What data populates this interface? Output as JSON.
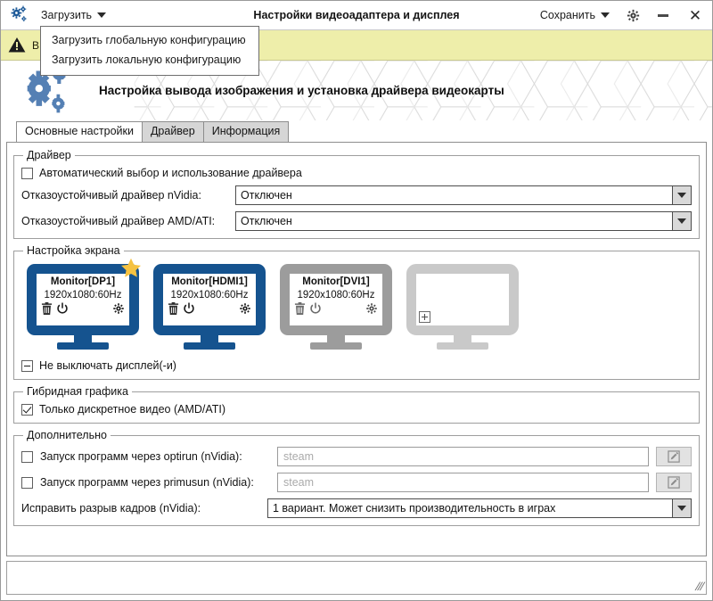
{
  "window": {
    "title": "Настройки видеоадаптера и дисплея",
    "app_icon": "gears-icon",
    "load_menu_label": "Загрузить",
    "save_menu_label": "Сохранить",
    "settings_icon": "gear-icon",
    "minimize_icon": "minimize-icon",
    "close_icon": "close-icon"
  },
  "dropdown": {
    "open": true,
    "items": [
      {
        "label": "Загрузить глобальную конфигурацию"
      },
      {
        "label": "Загрузить локальную конфигурацию"
      }
    ]
  },
  "warning": {
    "icon": "warning-triangle-icon",
    "text": "В",
    "background": "#eeeeaa"
  },
  "banner": {
    "icon": "gears-icon",
    "title": "Настройка вывода изображения и установка драйвера видеокарты",
    "pattern": "hexagon-pattern"
  },
  "tabs": [
    {
      "label": "Основные настройки",
      "active": true
    },
    {
      "label": "Драйвер",
      "active": false
    },
    {
      "label": "Информация",
      "active": false
    }
  ],
  "driver_group": {
    "legend": "Драйвер",
    "auto_checkbox": {
      "label": "Автоматический выбор и использование драйвера",
      "checked": false
    },
    "nvidia": {
      "label": "Отказоустойчивый драйвер nVidia:",
      "value": "Отключен"
    },
    "amd": {
      "label": "Отказоустойчивый драйвер AMD/ATI:",
      "value": "Отключен"
    }
  },
  "screen_group": {
    "legend": "Настройка экрана",
    "monitors": [
      {
        "name": "Monitor[DP1]",
        "mode": "1920x1080:60Hz",
        "primary": true,
        "enabled": true,
        "icons": [
          "trash-icon",
          "power-icon",
          "gear-icon"
        ],
        "color": "#15538f"
      },
      {
        "name": "Monitor[HDMI1]",
        "mode": "1920x1080:60Hz",
        "primary": false,
        "enabled": true,
        "icons": [
          "trash-icon",
          "power-icon",
          "gear-icon"
        ],
        "color": "#15538f"
      },
      {
        "name": "Monitor[DVI1]",
        "mode": "1920x1080:60Hz",
        "primary": false,
        "enabled": false,
        "icons": [
          "trash-icon",
          "power-icon",
          "gear-icon"
        ],
        "color": "#9c9c9c"
      }
    ],
    "add_monitor": {
      "icon": "plus-icon",
      "color": "#c9c9c9"
    },
    "keep_on_checkbox": {
      "label": "Не выключать дисплей(-и)",
      "state": "partial"
    }
  },
  "hybrid_group": {
    "legend": "Гибридная графика",
    "discrete_checkbox": {
      "label": "Только дискретное видео (AMD/ATI)",
      "checked": true
    }
  },
  "extra_group": {
    "legend": "Дополнительно",
    "optirun": {
      "label": "Запуск программ через optirun (nVidia):",
      "checked": false,
      "placeholder": "steam",
      "value": "",
      "edit_icon": "edit-pencil-icon"
    },
    "primusrun": {
      "label": "Запуск программ через primusun (nVidia):",
      "checked": false,
      "placeholder": "steam",
      "value": "",
      "edit_icon": "edit-pencil-icon"
    },
    "tearfree": {
      "label": "Исправить разрыв кадров (nVidia):",
      "value": "1 вариант. Может снизить производительность в играх"
    }
  },
  "statusbar": {
    "text": "",
    "grip_icon": "resize-grip-icon"
  }
}
